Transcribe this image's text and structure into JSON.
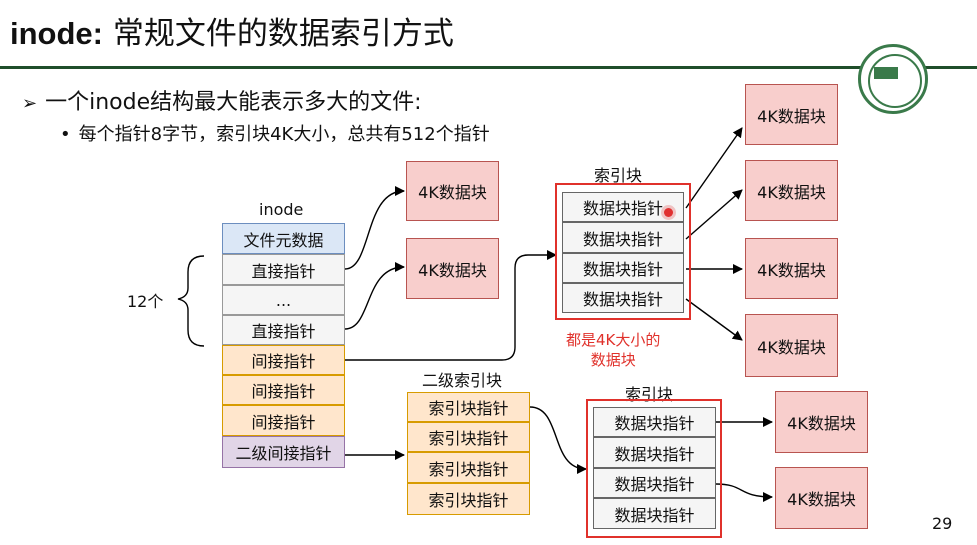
{
  "slide": {
    "title_bold": "inode:",
    "title_rest": " 常规文件的数据索引方式",
    "bullet1": "一个inode结构最大能表示多大的文件:",
    "bullet1_marker": "➢",
    "bullet2": "每个指针8字节，索引块4K大小，总共有512个指针",
    "bullet2_marker": "•",
    "page_number": "29"
  },
  "inode": {
    "label": "inode",
    "count_label": "12个",
    "cells": [
      "文件元数据",
      "直接指针",
      "...",
      "直接指针",
      "间接指针",
      "间接指针",
      "间接指针",
      "二级间接指针"
    ]
  },
  "index_block_top": {
    "label": "索引块",
    "cells": [
      "数据块指针",
      "数据块指针",
      "数据块指针",
      "数据块指针"
    ],
    "note_line1": "都是4K大小的",
    "note_line2": "数据块"
  },
  "second_level": {
    "label": "二级索引块",
    "cells": [
      "索引块指针",
      "索引块指针",
      "索引块指针",
      "索引块指针"
    ]
  },
  "index_block_bottom": {
    "label": "索引块",
    "cells": [
      "数据块指针",
      "数据块指针",
      "数据块指针",
      "数据块指针"
    ]
  },
  "data_blocks": {
    "direct_1": "4K数据块",
    "direct_2": "4K数据块",
    "top_1": "4K数据块",
    "top_2": "4K数据块",
    "top_3": "4K数据块",
    "top_4": "4K数据块",
    "bottom_1": "4K数据块",
    "bottom_2": "4K数据块"
  },
  "colors": {
    "title_rule": "#1f4e2a",
    "red_frame": "#e0312b",
    "data_block_fill": "#f8cecc",
    "indirect_fill": "#ffe6cc",
    "meta_fill": "#dbe7f6",
    "double_indirect_fill": "#e1d5e7"
  }
}
